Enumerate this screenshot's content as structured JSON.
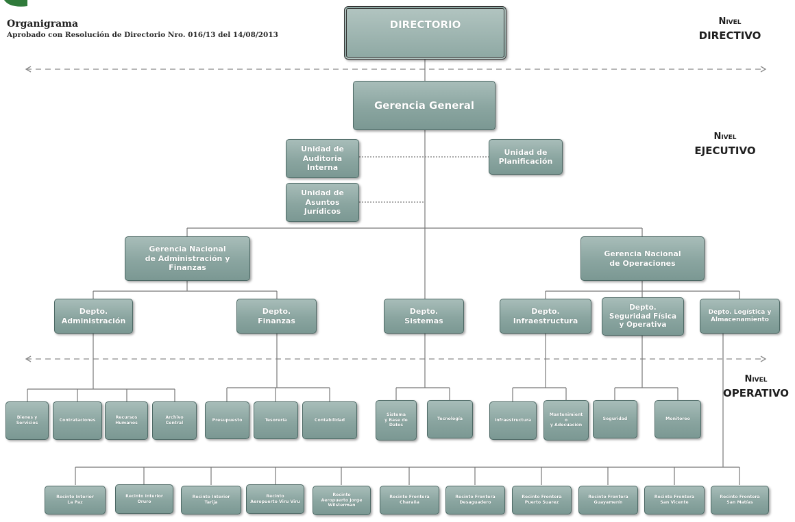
{
  "header": {
    "title": "Organigrama",
    "subtitle": "Aprobado con Resolución de Directorio Nro. 016/13 del 14/08/2013"
  },
  "levels": {
    "directivo": {
      "word": "Nivel",
      "name": "DIRECTIVO"
    },
    "ejecutivo": {
      "word": "Nivel",
      "name": "EJECUTIVO"
    },
    "operativo": {
      "word": "Nivel",
      "name": "OPERATIVO"
    }
  },
  "nodes": {
    "directorio": "DIRECTORIO",
    "gerencia_general": "Gerencia General",
    "auditoria": "Unidad de\nAuditoria\nInterna",
    "planificacion": "Unidad de\nPlanificación",
    "juridicos": "Unidad de\nAsuntos\nJurídicos",
    "gn_admin": "Gerencia Nacional\nde Administración y\nFinanzas",
    "gn_oper": "Gerencia Nacional\nde Operaciones",
    "d_admin": "Depto.\nAdministración",
    "d_finanzas": "Depto.\nFinanzas",
    "d_sistemas": "Depto.\nSistemas",
    "d_infra": "Depto.\nInfraestructura",
    "d_seguridad": "Depto.\nSeguridad Física\ny Operativa",
    "d_logistica": "Depto. Logística y\nAlmacenamiento",
    "u_bienes": "Bienes y\nServicios",
    "u_contrataciones": "Contrataciones",
    "u_rrhh": "Recursos\nHumanos",
    "u_archivo": "Archivo\nCentral",
    "u_presupuesto": "Presupuesto",
    "u_tesoreria": "Tesorería",
    "u_contabilidad": "Contabilidad",
    "u_sbd": "Sistema\ny Base de\nDatos",
    "u_tecnologia": "Tecnología",
    "u_infra": "Infraestructura",
    "u_mant": "Mantenimient\no\ny Adecuación",
    "u_seg": "Seguridad",
    "u_monitoreo": "Monitoreo",
    "r_lapaz": "Recinto Interior\nLa Paz",
    "r_oruro": "Recinto Interior\nOruro",
    "r_tarija": "Recinto Interior\nTarija",
    "r_viru": "Recinto\nAeropuerto Viru Viru",
    "r_jorge": "Recinto\nAeropuerto Jorge\nWilsterman",
    "r_charana": "Recinto Frontera\nCharaña",
    "r_desag": "Recinto Frontera\nDesaguadero",
    "r_psuarez": "Recinto Frontera\nPuerto Suarez",
    "r_guaya": "Recinto Frontera\nGuayamerín",
    "r_svicente": "Recinto Frontera\nSan Vicente",
    "r_smatias": "Recinto Frontera\nSan Matías"
  },
  "colors": {
    "box_fill": "#8aa5a0",
    "box_border": "#4c6864",
    "line": "#777777",
    "dashed_divider": "#8a8a8a"
  }
}
